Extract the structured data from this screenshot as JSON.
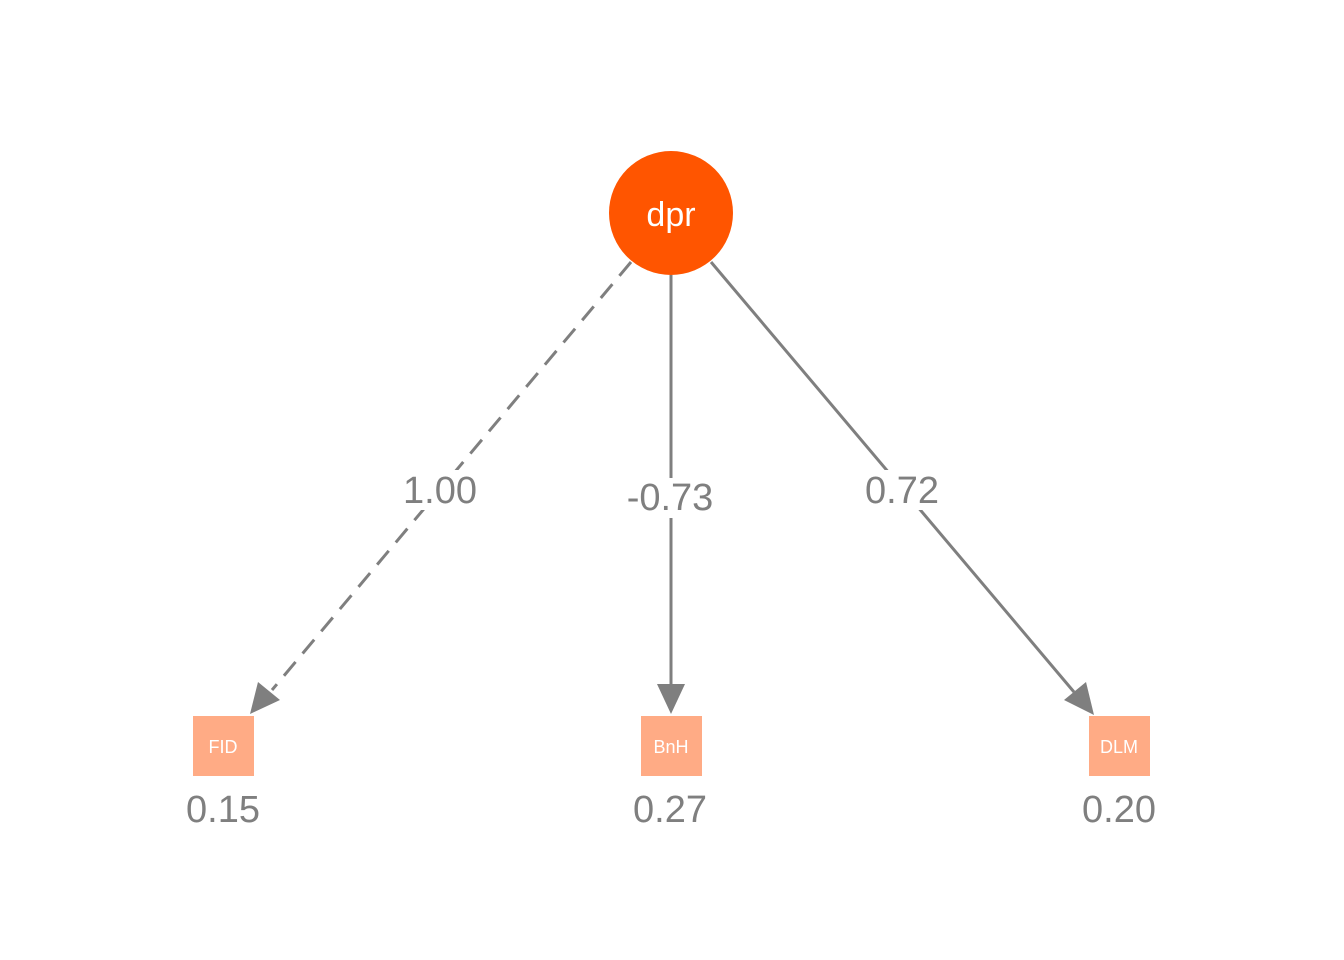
{
  "diagram": {
    "latent": {
      "label": "dpr",
      "color": "#ff5500"
    },
    "manifest_color": "#ffab85",
    "edge_color": "#7f7f7f",
    "indicators": [
      {
        "label": "FID",
        "loading": "1.00",
        "residual": "0.15",
        "line_style": "dashed"
      },
      {
        "label": "BnH",
        "loading": "-0.73",
        "residual": "0.27",
        "line_style": "solid"
      },
      {
        "label": "DLM",
        "loading": "0.72",
        "residual": "0.20",
        "line_style": "solid"
      }
    ]
  }
}
